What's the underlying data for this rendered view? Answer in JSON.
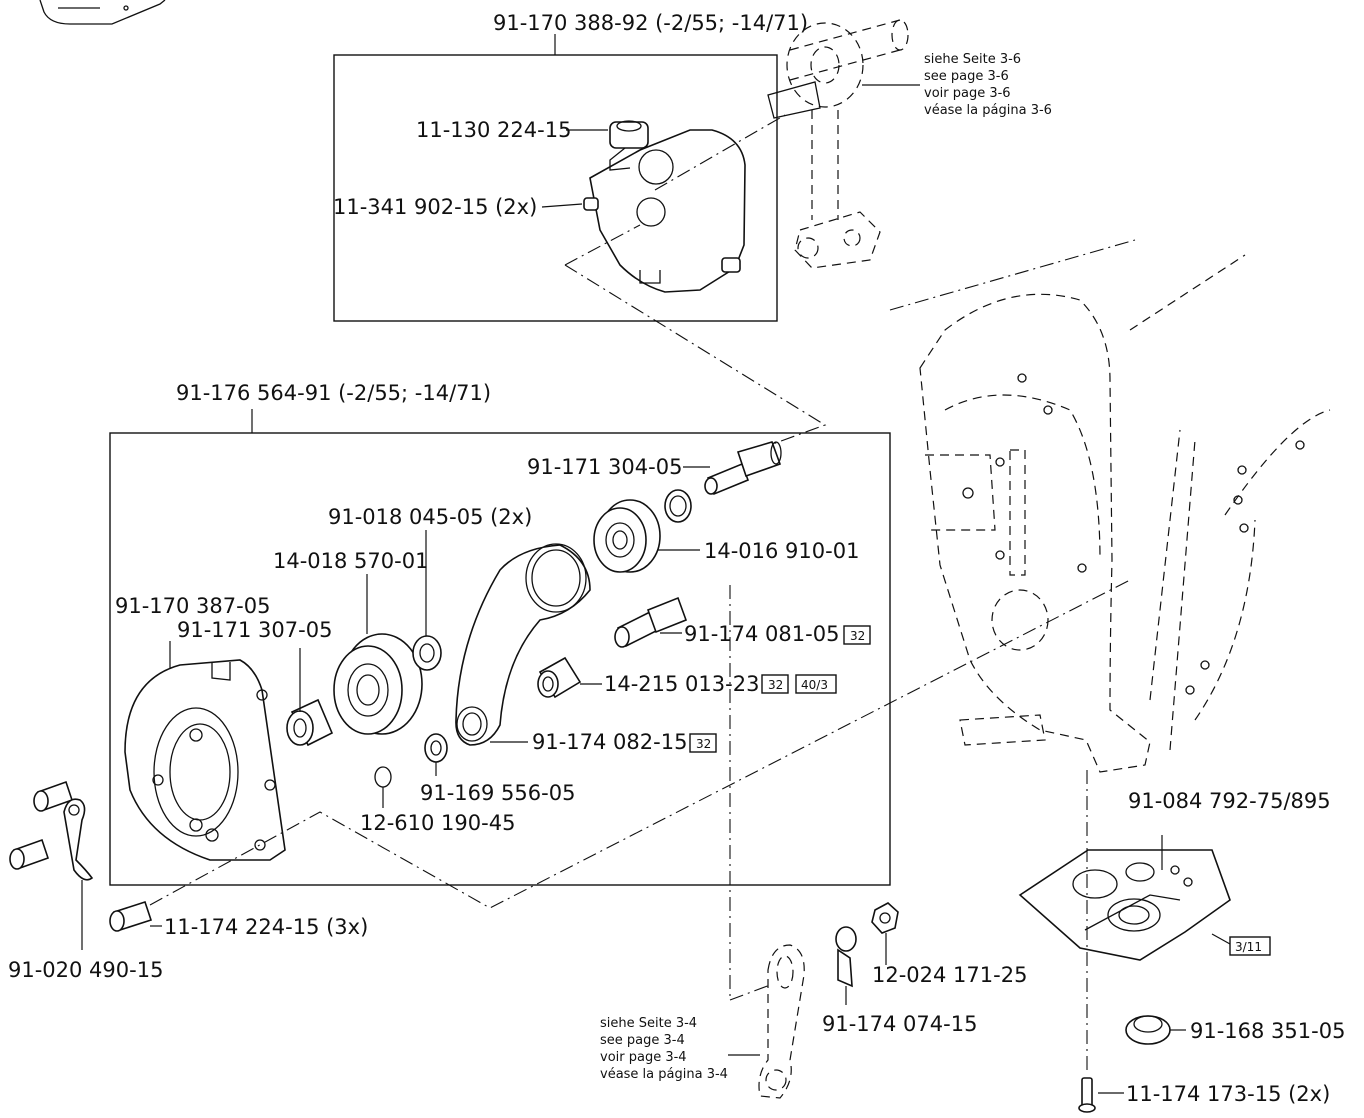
{
  "assemblies": {
    "top": "91-170 388-92 (-2/55; -14/71)",
    "middle": "91-176 564-91 (-2/55; -14/71)"
  },
  "parts": {
    "p1": "11-130 224-15",
    "p2": "11-341 902-15 (2x)",
    "p3": "91-171 304-05",
    "p4": "91-018 045-05 (2x)",
    "p5": "14-016 910-01",
    "p6": "14-018 570-01",
    "p7": "91-170 387-05",
    "p8": "91-171 307-05",
    "p9": "91-174 081-05",
    "p10": "14-215 013-23",
    "p11": "91-174 082-15",
    "p12": "91-169 556-05",
    "p13": "12-610 190-45",
    "p14": "11-174 224-15 (3x)",
    "p15": "91-020 490-15",
    "p16": "91-084 792-75/895",
    "p17": "12-024 171-25",
    "p18": "91-174 074-15",
    "p19": "91-168 351-05",
    "p20": "11-174 173-15 (2x)"
  },
  "boxes": {
    "b32a": "32",
    "b32b": "32",
    "b403": "40/3",
    "b32c": "32",
    "b311": "3/11"
  },
  "refs": {
    "page36": [
      "siehe Seite 3-6",
      "see page 3-6",
      "voir page 3-6",
      "véase la página 3-6"
    ],
    "page34": [
      "siehe Seite 3-4",
      "see page 3-4",
      "voir page 3-4",
      "véase la página 3-4"
    ]
  }
}
